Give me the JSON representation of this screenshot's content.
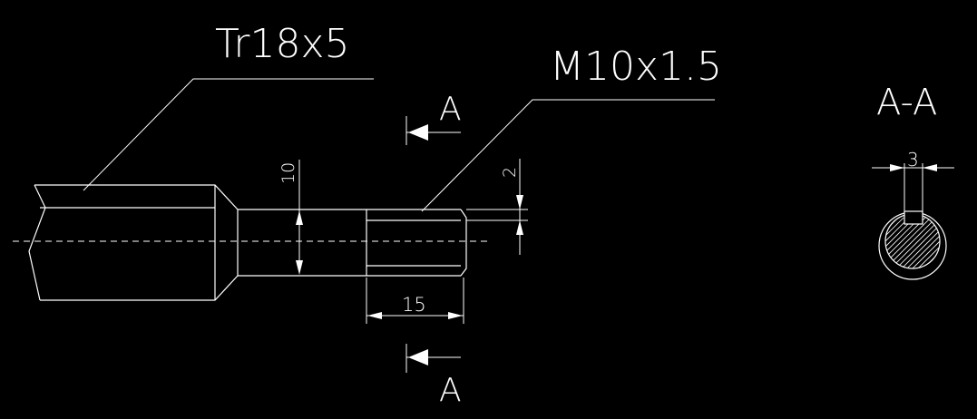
{
  "labels": {
    "thread_trapezoidal": "Tr18x5",
    "thread_metric": "M10x1.5",
    "section_marker_top": "A",
    "section_marker_bottom": "A",
    "section_title": "A-A"
  },
  "dimensions": {
    "neck_diameter": "10",
    "thread_depth": "2",
    "thread_length": "15",
    "key_width": "3"
  },
  "colors": {
    "background": "#000000",
    "lines": "#ffffff"
  }
}
